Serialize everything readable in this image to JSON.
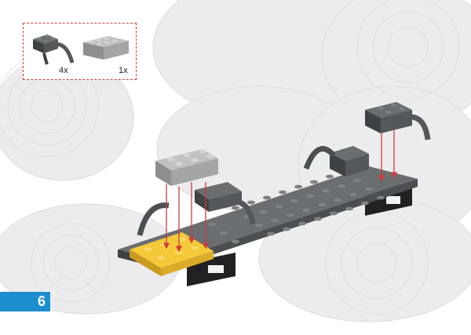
{
  "parts_callout": {
    "items": [
      {
        "icon": "arch-brick-icon",
        "color": "#54585a",
        "quantity": "4x"
      },
      {
        "icon": "brick-2x3-icon",
        "color": "#a3a5a7",
        "quantity": "1x"
      }
    ]
  },
  "step": {
    "number": "6",
    "color": "#1b8fce"
  },
  "colors": {
    "dark_gray": "#54585a",
    "light_gray": "#a3a5a7",
    "yellow": "#f3c93a",
    "arrow_red": "#d23a3a",
    "border_red": "#d23a3a"
  }
}
